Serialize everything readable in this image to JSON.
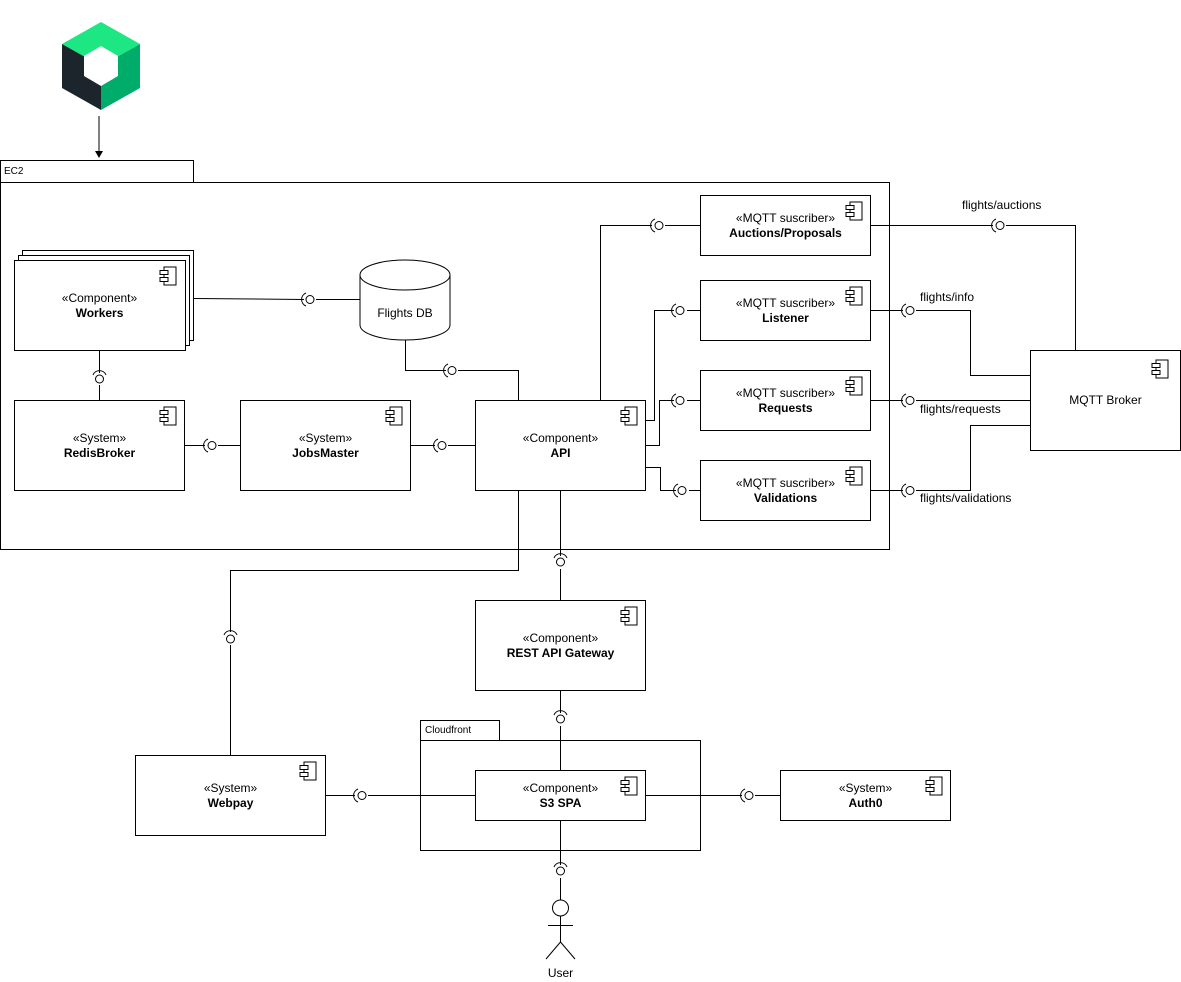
{
  "containers": {
    "ec2": "EC2",
    "cloudfront": "Cloudfront"
  },
  "components": {
    "workers": {
      "stereotype": "«Component»",
      "name": "Workers"
    },
    "flights_db": {
      "name": "Flights DB"
    },
    "redis_broker": {
      "stereotype": "«System»",
      "name": "RedisBroker"
    },
    "jobs_master": {
      "stereotype": "«System»",
      "name": "JobsMaster"
    },
    "api": {
      "stereotype": "«Component»",
      "name": "API"
    },
    "auctions": {
      "stereotype": "«MQTT suscriber»",
      "name": "Auctions/Proposals"
    },
    "listener": {
      "stereotype": "«MQTT suscriber»",
      "name": "Listener"
    },
    "requests": {
      "stereotype": "«MQTT suscriber»",
      "name": "Requests"
    },
    "validations": {
      "stereotype": "«MQTT suscriber»",
      "name": "Validations"
    },
    "mqtt_broker": {
      "name": "MQTT Broker"
    },
    "gateway": {
      "stereotype": "«Component»",
      "name": "REST API Gateway"
    },
    "webpay": {
      "stereotype": "«System»",
      "name": "Webpay"
    },
    "s3_spa": {
      "stereotype": "«Component»",
      "name": "S3 SPA"
    },
    "auth0": {
      "stereotype": "«System»",
      "name": "Auth0"
    },
    "user": {
      "name": "User"
    }
  },
  "topics": {
    "auctions": "flights/auctions",
    "info": "flights/info",
    "requests": "flights/requests",
    "validations": "flights/validations"
  },
  "colors": {
    "logo_light": "#1ce783",
    "logo_mid": "#00ac69",
    "logo_dark": "#1d252c"
  }
}
